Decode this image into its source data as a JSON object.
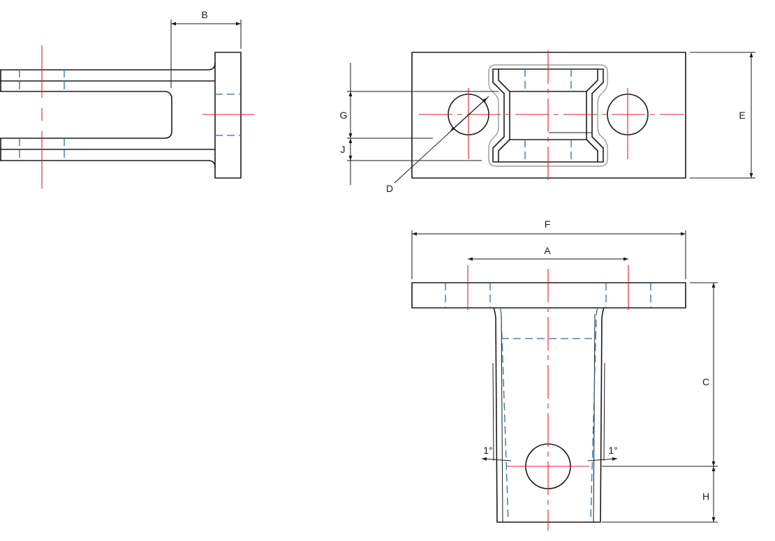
{
  "labels": {
    "a": "A",
    "b": "B",
    "c": "C",
    "d": "D",
    "e": "E",
    "f": "F",
    "g": "G",
    "h": "H",
    "j": "J",
    "angle_left": "1°",
    "angle_right": "1°"
  },
  "colors": {
    "outline": "#1a1a1a",
    "hidden_line": "#1e6fb4",
    "center_line": "#e0202c",
    "inner_contour": "#8a8a8a"
  }
}
